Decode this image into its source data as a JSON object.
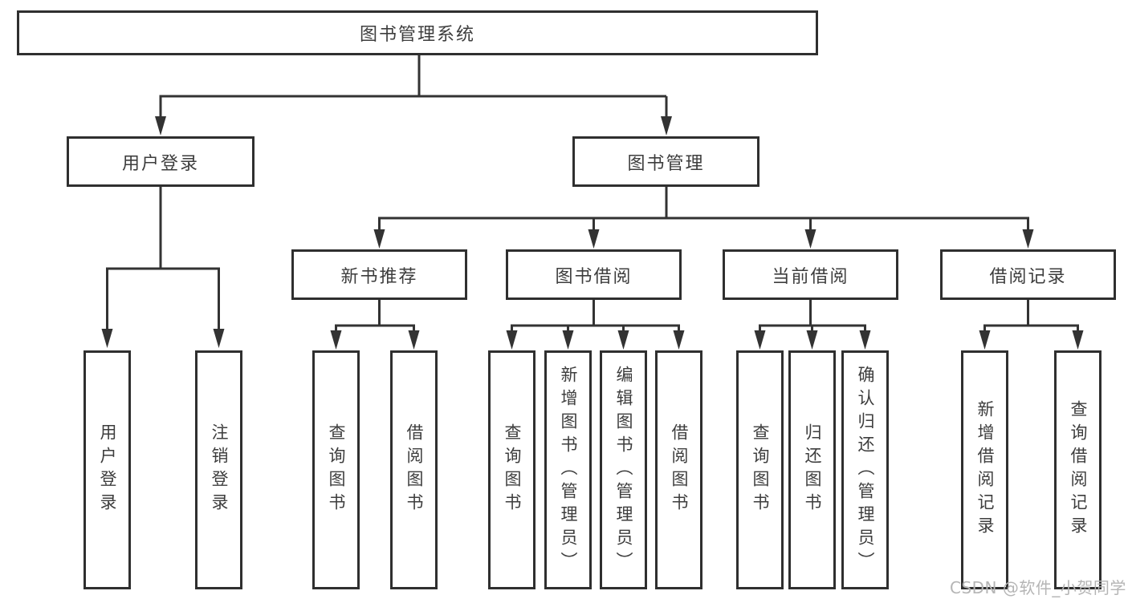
{
  "nodes": {
    "root": "图书管理系统",
    "login": "用户登录",
    "manage": "图书管理",
    "login_children": [
      "用户登录",
      "注销登录"
    ],
    "sections": [
      "新书推荐",
      "图书借阅",
      "当前借阅",
      "借阅记录"
    ],
    "recommend_children": [
      "查询图书",
      "借阅图书"
    ],
    "borrow_children": [
      "查询图书",
      "新增图书（管理员）",
      "编辑图书（管理员）",
      "借阅图书"
    ],
    "current_children": [
      "查询图书",
      "归还图书",
      "确认归还（管理员）"
    ],
    "record_children": [
      "新增借阅记录",
      "查询借阅记录"
    ]
  },
  "watermark": "CSDN @软件_小贺同学",
  "colors": {
    "line": "#333333",
    "box_border": "#2f2f2f",
    "text": "#3d3d3d",
    "box_background": "#ffffff",
    "watermark": "#b5b5b5"
  }
}
